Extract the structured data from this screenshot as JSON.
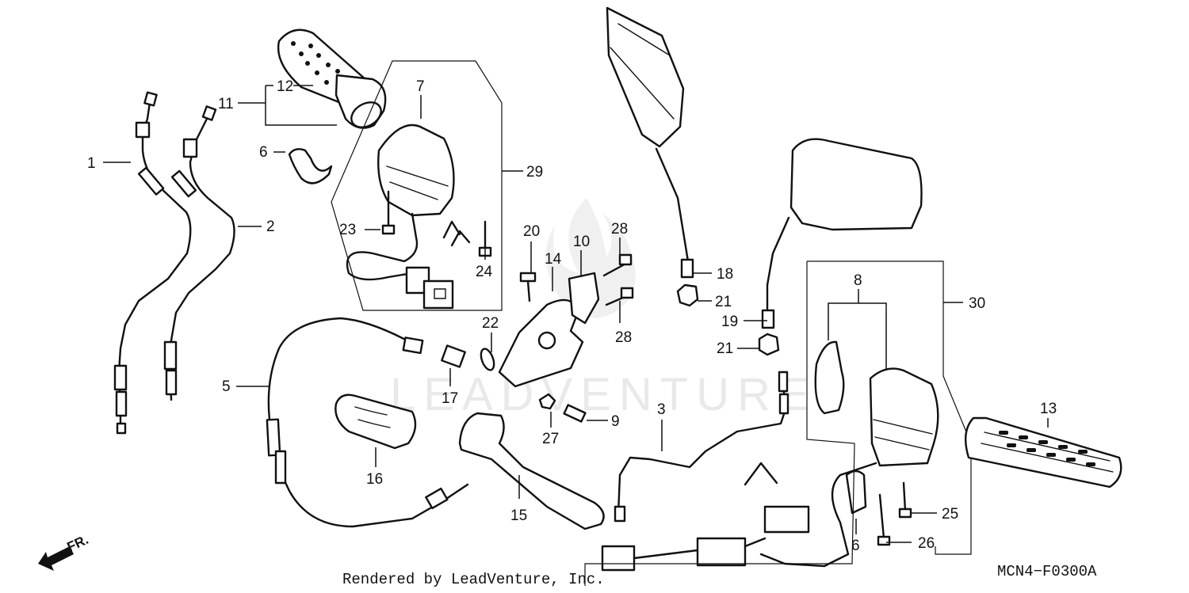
{
  "diagram": {
    "drawing_code": "MCN4−F0300A",
    "credit": "Rendered by LeadVenture, Inc.",
    "watermark": "LEADVENTURE",
    "direction_label": "FR.",
    "callouts": {
      "c1": "1",
      "c2": "2",
      "c3": "3",
      "c5": "5",
      "c6a": "6",
      "c6b": "6",
      "c7": "7",
      "c8": "8",
      "c9": "9",
      "c10": "10",
      "c11": "11",
      "c12": "12",
      "c13": "13",
      "c14": "14",
      "c15": "15",
      "c16": "16",
      "c17": "17",
      "c18": "18",
      "c19": "19",
      "c20": "20",
      "c21a": "21",
      "c21b": "21",
      "c22": "22",
      "c23": "23",
      "c24": "24",
      "c25": "25",
      "c26": "26",
      "c27": "27",
      "c28a": "28",
      "c28b": "28",
      "c29": "29",
      "c30": "30"
    }
  }
}
